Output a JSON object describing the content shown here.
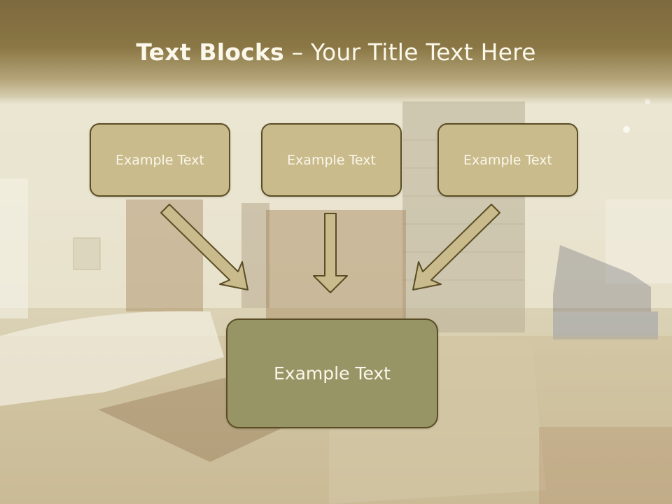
{
  "title": {
    "bold": "Text Blocks",
    "rest": " – Your Title Text Here"
  },
  "blocks": {
    "top_left": "Example Text",
    "top_middle": "Example Text",
    "top_right": "Example Text",
    "bottom": "Example Text"
  },
  "colors": {
    "title_bar": "#8a7745",
    "top_box_fill": "#c9bb8c",
    "bottom_box_fill": "#979566",
    "box_border": "#5a4d25",
    "arrow_fill": "#c9bb8c"
  }
}
